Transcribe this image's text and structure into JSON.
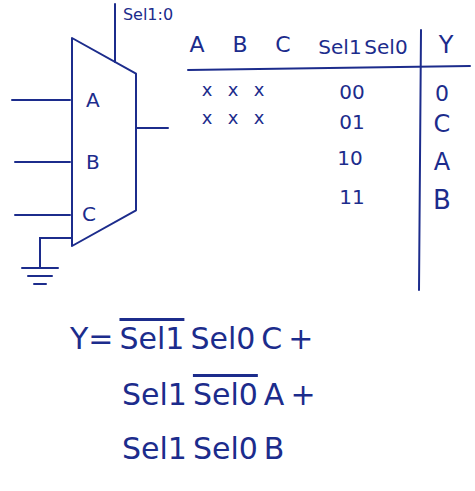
{
  "diagram": {
    "nodes": [
      {
        "text": [
          "A",
          "B",
          "C"
        ]
      }
    ],
    "labels": [
      "Sel1:0",
      "A",
      "B",
      "C",
      "Sel1",
      "Sel0",
      "Y",
      "x",
      "x",
      "x",
      "00",
      "0",
      "x",
      "x",
      "x",
      "01",
      "C",
      "10",
      "A",
      "11",
      "B",
      "Y=",
      "Sel1",
      "Sel0",
      "C",
      "+",
      "Sel1",
      "Sel0",
      "A",
      "+",
      "Sel1",
      "Sel0",
      "B"
    ]
  }
}
